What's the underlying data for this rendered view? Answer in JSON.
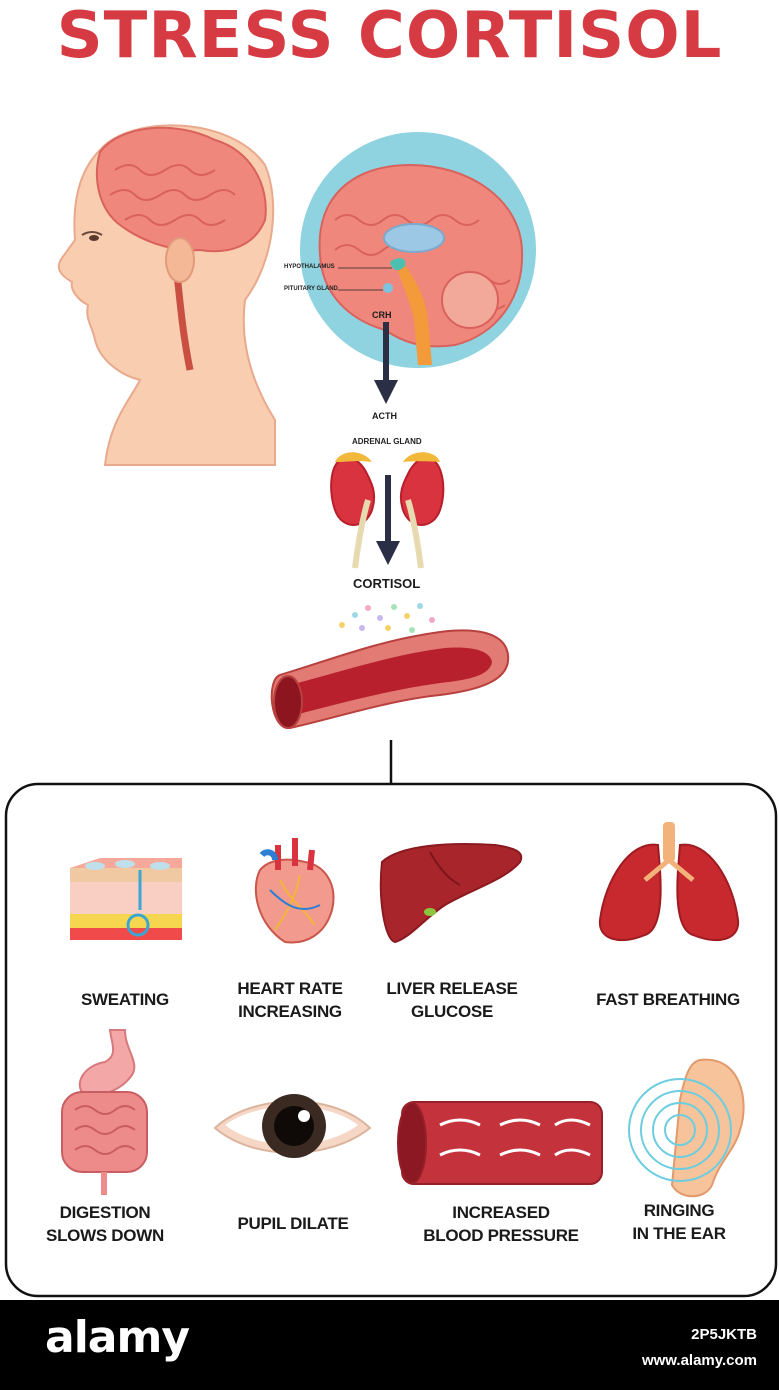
{
  "title": "STRESS CORTISOL",
  "brain_labels": {
    "hypothalamus": "HYPOTHALAMUS",
    "pituitary": "PITUITARY GLAND"
  },
  "flow": {
    "crh": "CRH",
    "acth": "ACTH",
    "adrenal": "ADRENAL GLAND",
    "cortisol": "CORTISOL"
  },
  "effects": {
    "sweating": "SWEATING",
    "heart_rate": [
      "HEART RATE",
      "INCREASING"
    ],
    "liver": [
      "LIVER RELEASE",
      "GLUCOSE"
    ],
    "breathing": "FAST BREATHING",
    "digestion": [
      "DIGESTION",
      "SLOWS DOWN"
    ],
    "pupil": "PUPIL DILATE",
    "blood_pressure": [
      "INCREASED",
      "BLOOD PRESSURE"
    ],
    "ringing": [
      "RINGING",
      "IN THE EAR"
    ]
  },
  "watermark": {
    "brand": "alamy",
    "image_id": "2P5JKTB",
    "site": "www.alamy.com"
  },
  "colors": {
    "title": "#d63b43",
    "arrow": "#2b2f45",
    "brain": "#f0877c",
    "skin": "#f8cdb0",
    "circle": "#8fd3e0"
  }
}
